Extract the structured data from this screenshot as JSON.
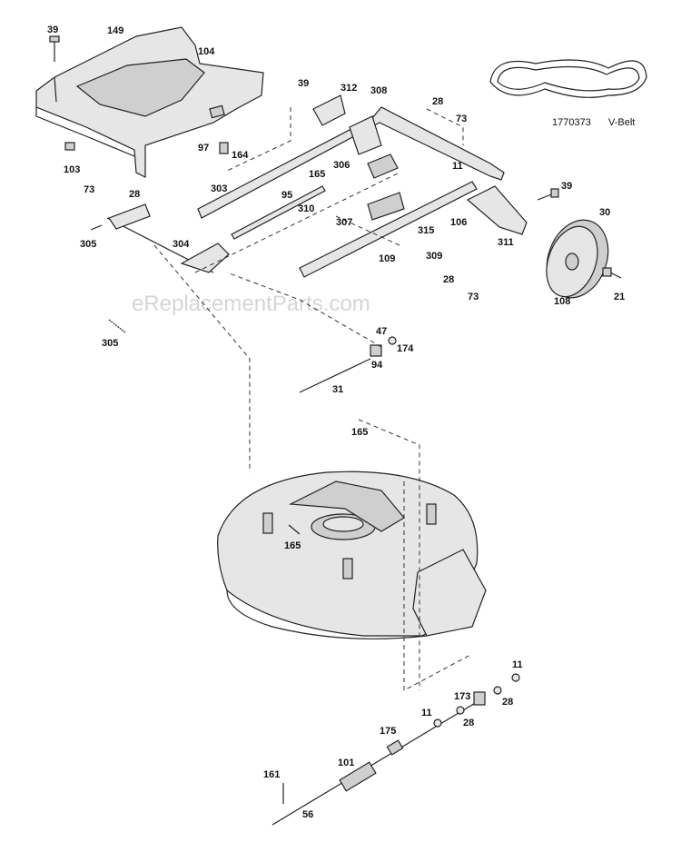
{
  "watermark": "eReplacementParts.com",
  "vbelt": {
    "part_number": "1770373",
    "label": "V-Belt"
  },
  "callouts": [
    "39",
    "149",
    "104",
    "97",
    "164",
    "103",
    "73",
    "28",
    "305",
    "304",
    "305",
    "303",
    "95",
    "165",
    "310",
    "307",
    "39",
    "312",
    "308",
    "28",
    "73",
    "306",
    "11",
    "315",
    "106",
    "109",
    "309",
    "28",
    "73",
    "311",
    "39",
    "30",
    "108",
    "21",
    "47",
    "174",
    "94",
    "31",
    "165",
    "165",
    "11",
    "173",
    "28",
    "11",
    "28",
    "175",
    "101",
    "161",
    "56"
  ]
}
